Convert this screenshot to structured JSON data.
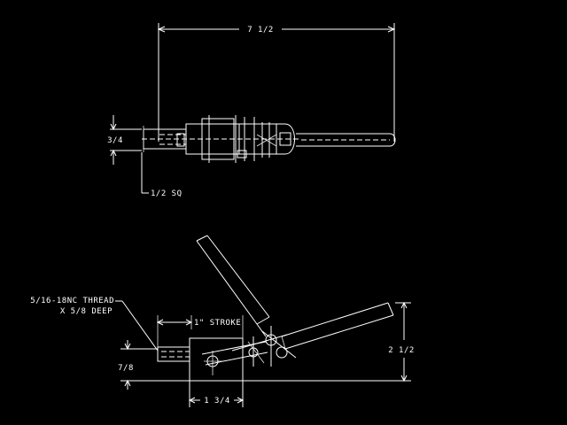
{
  "drawing": {
    "background": "#000000",
    "line_color": "#ffffff",
    "top_view": {
      "overall_length_label": "7 1/2",
      "height_label": "3/4",
      "square_label": "1/2 SQ"
    },
    "side_view": {
      "thread_label_line1": "5/16-18NC THREAD",
      "thread_label_line2": "X 5/8 DEEP",
      "stroke_label": "1\" STROKE",
      "base_height_label": "7/8",
      "base_width_label": "1 3/4",
      "overall_height_label": "2 1/2"
    }
  }
}
